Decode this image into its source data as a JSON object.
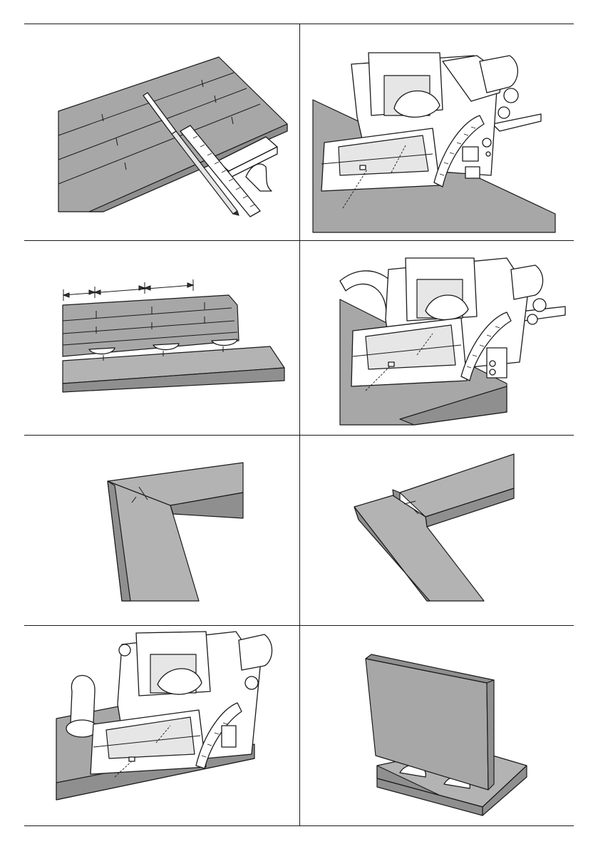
{
  "page": {
    "panels": [
      {
        "id": "mark-boards-with-square"
      },
      {
        "id": "align-machine-to-mark"
      },
      {
        "id": "space-marks-and-biscuits"
      },
      {
        "id": "cut-slot-in-edge"
      },
      {
        "id": "mitre-joint-mark"
      },
      {
        "id": "butt-joint-mark"
      },
      {
        "id": "cut-with-clamp"
      },
      {
        "id": "t-joint-assembly"
      }
    ]
  }
}
